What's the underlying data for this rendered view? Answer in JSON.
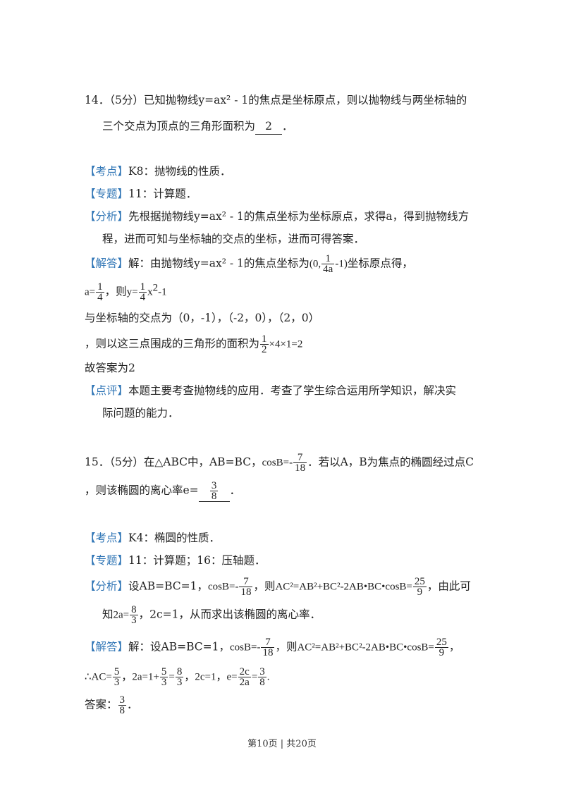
{
  "q14": {
    "l1": "14．（5分）已知抛物线y=ax² ‑ 1的焦点是坐标原点，则以抛物线与两坐标轴的",
    "l2": "三个交点为顶点的三角形面积为",
    "ans": "2",
    "end": "．",
    "kd_tag": "【考点】",
    "kd": "K8：抛物线的性质．",
    "zt_tag": "【专题】",
    "zt": "11：计算题．",
    "fx_tag": "【分析】",
    "fx1": "先根据抛物线y=ax² ‑ 1的焦点坐标为坐标原点，求得a，得到抛物线方",
    "fx2": "程，进而可知与坐标轴的交点的坐标，进而可得答案．",
    "jd_tag": "【解答】",
    "jd1a": "解：由抛物线y=ax² ‑ 1的焦点坐标为",
    "jd1m_a": "(0,",
    "jd1m_n": "1",
    "jd1m_d": "4a",
    "jd1m_b": "‑1)",
    "jd1b": "坐标原点得，",
    "jd2_a": "a=",
    "jd2_n": "1",
    "jd2_d": "4",
    "jd2_mid": "，则",
    "jd2_y": "y=",
    "jd2_n2": "1",
    "jd2_d2": "4",
    "jd2_x": "x",
    "jd2_sup": "2",
    "jd2_end": "‑1",
    "jd3": "与坐标轴的交点为（0，‑1），（‑2，0），（2，0）",
    "jd4a": "，则以这三点围成的三角形的面积为",
    "jd4_n": "1",
    "jd4_d": "2",
    "jd4b": "×4×1=2",
    "jd5": "故答案为2",
    "dp_tag": "【点评】",
    "dp1": "本题主要考查抛物线的应用．考查了学生综合运用所学知识，解决实",
    "dp2": "际问题的能力．"
  },
  "q15": {
    "l1a": "15．（5分）在△ABC中，AB=BC，",
    "cos": "cosB=‑",
    "cos_n": "7",
    "cos_d": "18",
    "l1b": "．若以A，B为焦点的椭圆经过点C",
    "l2a": "，则该椭圆的离心率e=",
    "ans_n": "3",
    "ans_d": "8",
    "l2b": "．",
    "kd_tag": "【考点】",
    "kd": "K4：椭圆的性质．",
    "zt_tag": "【专题】",
    "zt": "11：计算题；16：压轴题．",
    "fx_tag": "【分析】",
    "fx1a": "设AB=BC=1，",
    "fx_cos": "cosB=‑",
    "fx_cn": "7",
    "fx_cd": "18",
    "fx1b": "，则",
    "fx_eq": "AC²=AB²+BC²‑2AB•BC•cosB=",
    "fx_n": "25",
    "fx_d": "9",
    "fx1c": "，由此可",
    "fx2a": "知",
    "fx2_a": "2a=",
    "fx2_n": "8",
    "fx2_d": "3",
    "fx2b": "，2c=1，从而求出该椭圆的离心率．",
    "jd_tag": "【解答】",
    "jd1a": "解：设AB=BC=1，",
    "jd_cos": "cosB=‑",
    "jd_cn": "7",
    "jd_cd": "18",
    "jd1b": "，则",
    "jd_eq": "AC²=AB²+BC²‑2AB•BC•cosB=",
    "jd_n": "25",
    "jd_d": "9",
    "jd1c": "，",
    "jd2_a": "∴AC=",
    "jd2_n1": "5",
    "jd2_d1": "3",
    "jd2_b": "，2a=1+",
    "jd2_n2": "5",
    "jd2_d2": "3",
    "jd2_c": "=",
    "jd2_n3": "8",
    "jd2_d3": "3",
    "jd2_e": "，2c=1，e=",
    "jd2_n4": "2c",
    "jd2_d4": "2a",
    "jd2_f": "=",
    "jd2_n5": "3",
    "jd2_d5": "8",
    "jd2_g": ".",
    "da_a": "答案：",
    "da_n": "3",
    "da_d": "8",
    "da_b": "．"
  },
  "footer": "第10页 | 共20页"
}
